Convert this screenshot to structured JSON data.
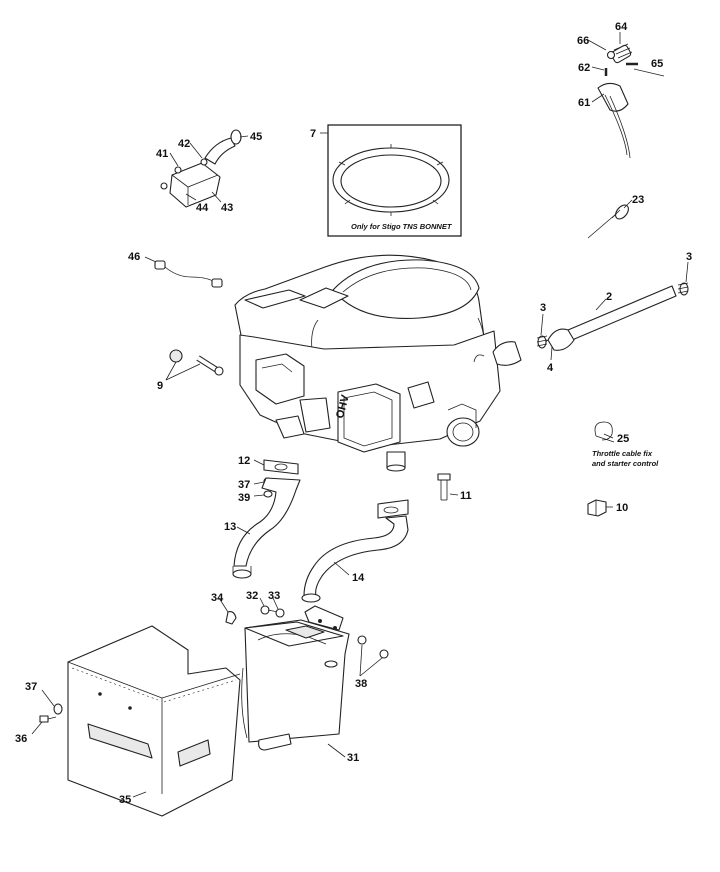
{
  "callouts": {
    "c2": "2",
    "c3a": "3",
    "c3b": "3",
    "c4": "4",
    "c7": "7",
    "c9": "9",
    "c10": "10",
    "c11": "11",
    "c12": "12",
    "c13": "13",
    "c14": "14",
    "c23": "23",
    "c25": "25",
    "c31": "31",
    "c32": "32",
    "c33": "33",
    "c34": "34",
    "c35": "35",
    "c36": "36",
    "c37a": "37",
    "c37b": "37",
    "c38": "38",
    "c39": "39",
    "c41": "41",
    "c42": "42",
    "c43": "43",
    "c44": "44",
    "c45": "45",
    "c46": "46",
    "c61": "61",
    "c62": "62",
    "c64": "64",
    "c65": "65",
    "c66": "66"
  },
  "notes": {
    "bonnet": "Only for Stigo TNS BONNET",
    "throttle_line1": "Throttle cable fix",
    "throttle_line2": "and starter control"
  },
  "engine": {
    "marking": "OHV"
  }
}
